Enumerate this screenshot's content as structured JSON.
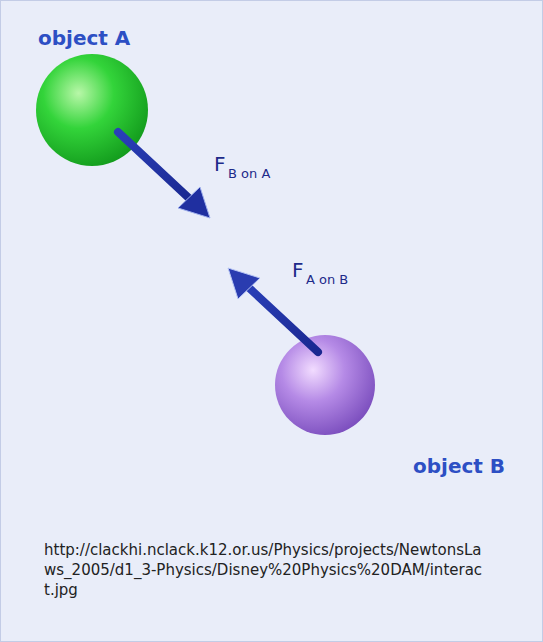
{
  "diagram": {
    "nodes": [
      {
        "text": [
          "object A"
        ]
      },
      {
        "text": [
          "object B"
        ]
      }
    ],
    "labels": [
      "F",
      "B on A",
      "F",
      "A on B"
    ],
    "caption": "http://clackhi.nclack.k12.or.us/Physics/projects/NewtonsLaws_2005/d1_3-Physics/Disney%20Physics%20DAM/interact.jpg"
  }
}
